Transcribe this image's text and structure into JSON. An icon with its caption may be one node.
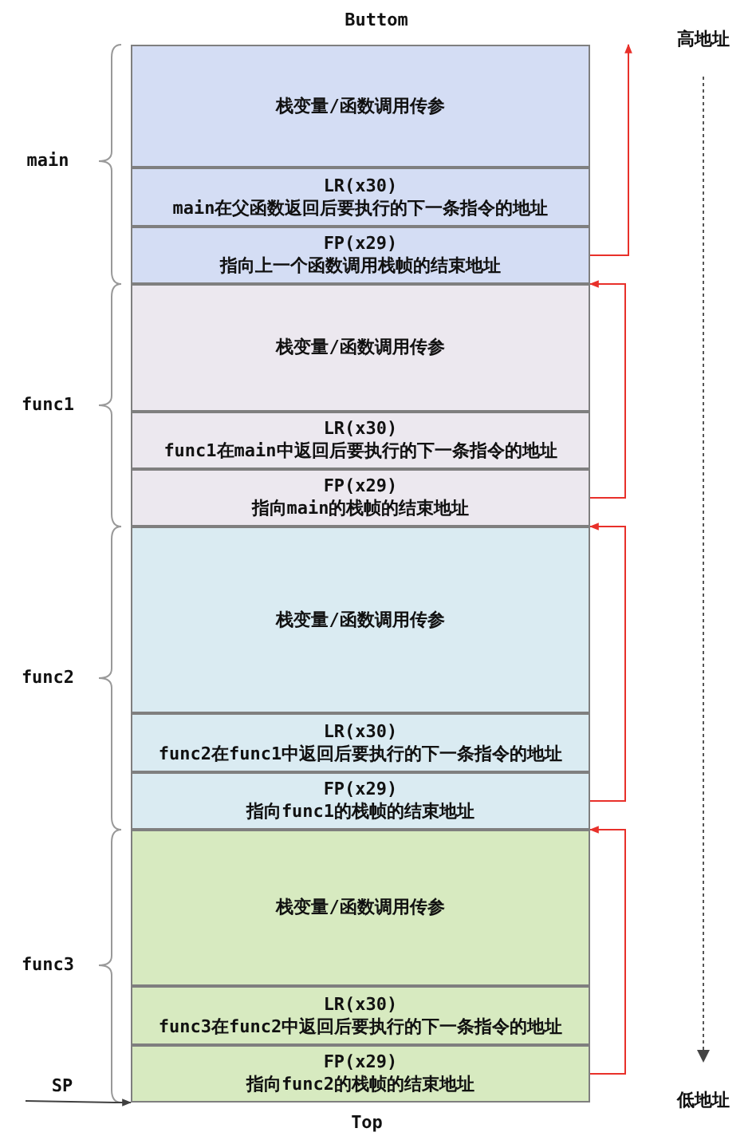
{
  "diagram": {
    "nodes": [
      {
        "text": [
          "栈变量/函数调用传参"
        ]
      },
      {
        "text": [
          "LR(x30)",
          "main在父函数返回后要执行的下一条指令的地址"
        ]
      },
      {
        "text": [
          "FP(x29)",
          "指向上一个函数调用栈帧的结束地址"
        ]
      },
      {
        "text": [
          "栈变量/函数调用传参"
        ]
      },
      {
        "text": [
          "LR(x30)",
          "func1在main中返回后要执行的下一条指令的地址"
        ]
      },
      {
        "text": [
          "FP(x29)",
          "指向main的栈帧的结束地址"
        ]
      },
      {
        "text": [
          "栈变量/函数调用传参"
        ]
      },
      {
        "text": [
          "LR(x30)",
          "func2在func1中返回后要执行的下一条指令的地址"
        ]
      },
      {
        "text": [
          "FP(x29)",
          "指向func1的栈帧的结束地址"
        ]
      },
      {
        "text": [
          "栈变量/函数调用传参"
        ]
      },
      {
        "text": [
          "LR(x30)",
          "func3在func2中返回后要执行的下一条指令的地址"
        ]
      },
      {
        "text": [
          "FP(x29)",
          "指向func2的栈帧的结束地址"
        ]
      },
      {
        "text": [
          "SP"
        ]
      }
    ],
    "edges": [
      {
        "from": 2,
        "to": 0,
        "arrow": "to"
      },
      {
        "from": 5,
        "to": 2,
        "arrow": "to"
      },
      {
        "from": 8,
        "to": 5,
        "arrow": "to"
      },
      {
        "from": 11,
        "to": 8,
        "arrow": "to"
      },
      {
        "from": 12,
        "to": 11,
        "arrow": "to",
        "color": "#404040"
      }
    ],
    "labels": [
      "Buttom",
      "高地址",
      "main",
      "func1",
      "func2",
      "func3",
      "低地址",
      "Top"
    ]
  }
}
